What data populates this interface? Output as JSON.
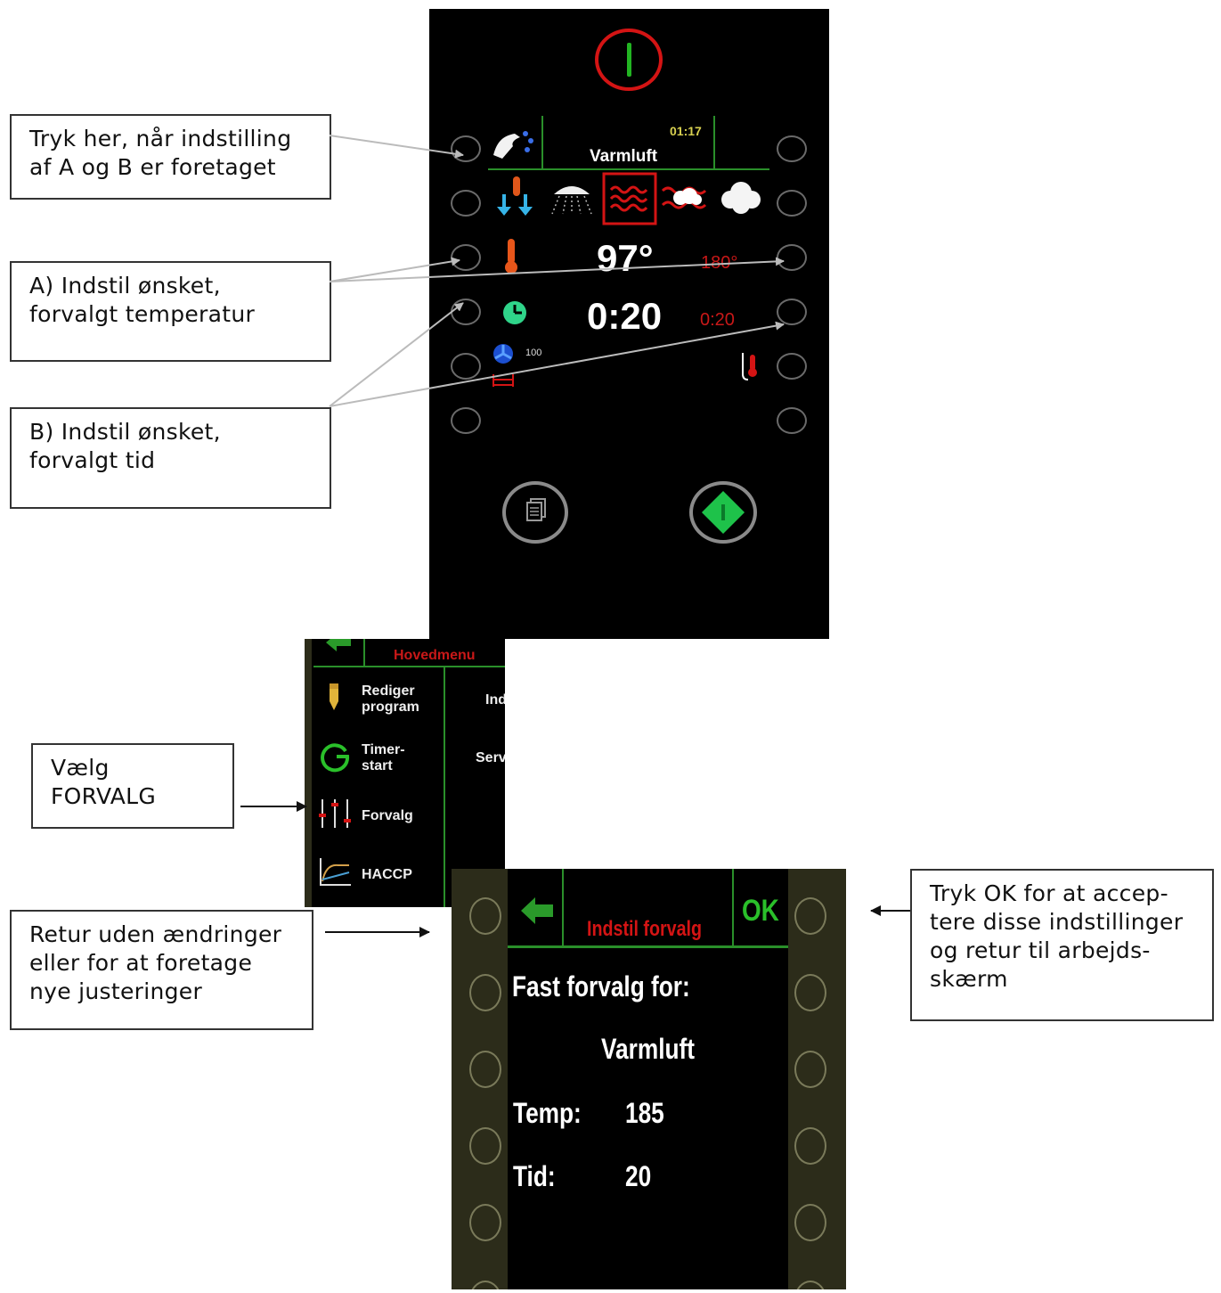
{
  "callouts": {
    "tryk_her": "Tryk her, når indstilling\naf A og B er foretaget",
    "indstil_temp": "A) Indstil ønsket,\nforvalgt temperatur",
    "indstil_tid": "B) Indstil ønsket,\nforvalgt tid",
    "vaelg_forvalg": "Vælg\nFORVALG",
    "retur": "Retur uden ændringer\neller for at foretage\nnye justeringer",
    "tryk_ok": "Tryk OK for at accep-\ntere disse indstillinger\nog retur til arbejds-\nskærm"
  },
  "oven_screen": {
    "clock": "01:17",
    "mode": "Varmluft",
    "temperature": "97°",
    "temperature_preset": "180°",
    "time": "0:20",
    "time_preset": "0:20",
    "fan_speed": "100",
    "icons": [
      "power-icon",
      "hand-program-icon",
      "cool-down-icon",
      "shower-icon",
      "hot-air-icon",
      "combi-steam-icon",
      "steam-icon",
      "thermometer-icon",
      "timer-icon",
      "fan-icon",
      "rack-icon",
      "core-probe-icon",
      "programs-icon",
      "start-icon"
    ]
  },
  "main_menu": {
    "title": "Hovedmenu",
    "items": [
      {
        "label": "Rediger\nprogram",
        "icon": "pencil-icon"
      },
      {
        "label": "Timer-\nstart",
        "icon": "timer-start-icon"
      },
      {
        "label": "Forvalg",
        "icon": "sliders-icon"
      },
      {
        "label": "HACCP",
        "icon": "haccp-chart-icon"
      }
    ],
    "right_items": [
      "Ind",
      "Serv"
    ]
  },
  "preset_screen": {
    "title": "Indstil forvalg",
    "ok_label": "OK",
    "heading": "Fast forvalg for:",
    "mode": "Varmluft",
    "temp_label": "Temp:",
    "temp_value": "185",
    "time_label": "Tid:",
    "time_value": "20"
  },
  "colors": {
    "panel_bg": "#000000",
    "accent_green": "#2a8f2a",
    "alert_red": "#c81818",
    "clock_yellow": "#d8d050",
    "frame_olive": "#2c2c1a"
  }
}
